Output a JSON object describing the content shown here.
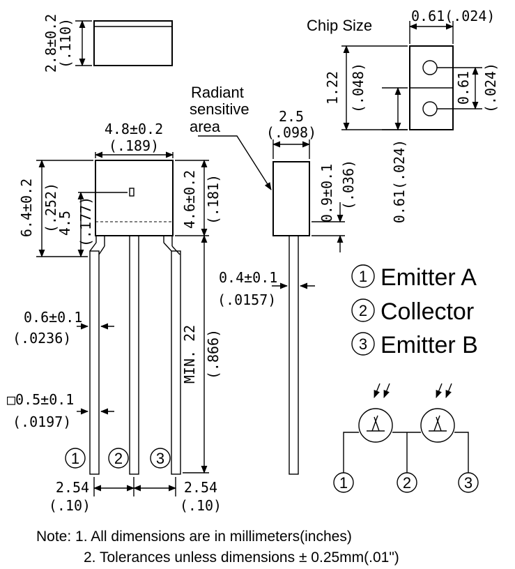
{
  "top_view": {
    "height_dim": "2.8±0.2",
    "height_dim_in": "(.110)"
  },
  "chip": {
    "title": "Chip Size",
    "width_dim": "0.61(.024)",
    "height_dim": "1.22",
    "height_dim_in": "(.048)",
    "pitch_dim": "0.61",
    "pitch_dim_in": "(.024)",
    "bottom_dim": "0.61(.024)"
  },
  "front_view": {
    "width_dim": "4.8±0.2",
    "width_dim_in": "(.189)",
    "height_dim": "6.4±0.2",
    "height_dim_in": "(.252)",
    "center_dim": "4.5",
    "center_dim_in": "(.177)",
    "right_dim": "4.6±0.2",
    "right_dim_in": "(.181)",
    "lead_width_dim": "0.6±0.1",
    "lead_width_dim_in": "(.0236)",
    "lead_sq_dim": "□0.5±0.1",
    "lead_sq_dim_in": "(.0197)",
    "lead_len_dim": "MIN. 22",
    "lead_len_dim_in": "(.866)",
    "pitch_left": "2.54",
    "pitch_left_in": "(.10)",
    "pitch_right": "2.54",
    "pitch_right_in": "(.10)",
    "pins": [
      "1",
      "2",
      "3"
    ]
  },
  "side_view": {
    "sensitive_label_lines": [
      "Radiant",
      "sensitive",
      "area"
    ],
    "width_dim": "2.5",
    "width_dim_in": "(.098)",
    "offset_dim": "0.9±0.1",
    "offset_dim_in": "(.036)",
    "lead_dim": "0.4±0.1",
    "lead_dim_in": "(.0157)"
  },
  "legend": [
    {
      "number": "1",
      "label": "Emitter A"
    },
    {
      "number": "2",
      "label": "Collector"
    },
    {
      "number": "3",
      "label": "Emitter B"
    }
  ],
  "schematic": {
    "pins": [
      "1",
      "2",
      "3"
    ]
  },
  "notes": [
    "Note: 1. All dimensions are in millimeters(inches)",
    "2. Tolerances unless dimensions ± 0.25mm(.01\")"
  ]
}
